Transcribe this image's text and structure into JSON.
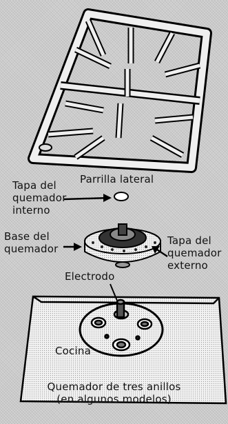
{
  "labels": {
    "parrilla_lateral": "Parrilla lateral",
    "tapa_interno": [
      "Tapa del",
      "quemador",
      "interno"
    ],
    "base_quemador": [
      "Base del",
      "quemador"
    ],
    "tapa_externo": [
      "Tapa del",
      "quemador",
      "externo"
    ],
    "electrodo": "Electrodo",
    "cocina": "Cocina",
    "caption": [
      "Quemador de tres anillos",
      "(en algunos modelos)"
    ]
  }
}
